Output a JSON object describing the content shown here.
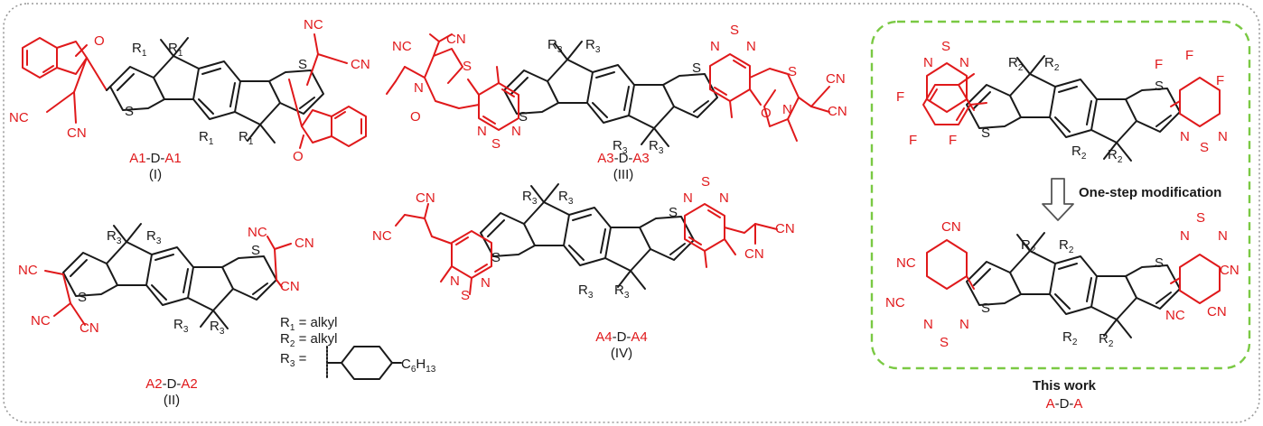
{
  "colors": {
    "acceptor": "#e0191b",
    "donor": "#1a1a1a",
    "frame": "#9a9a9a",
    "highlight": "#7ac943",
    "arrow": "#555555"
  },
  "icons": {
    "arrow": "down-arrow-icon"
  },
  "atoms": {
    "s": "S",
    "n": "N",
    "o": "O",
    "f": "F",
    "nc": "NC",
    "cn": "CN",
    "r1": "R",
    "r2": "R",
    "r3": "R",
    "sub1": "1",
    "sub2": "2",
    "sub3": "3"
  },
  "compounds": [
    {
      "id": "I",
      "acceptor": "A1",
      "donor": "D",
      "numeral": "(I)"
    },
    {
      "id": "II",
      "acceptor": "A2",
      "donor": "D",
      "numeral": "(II)"
    },
    {
      "id": "III",
      "acceptor": "A3",
      "donor": "D",
      "numeral": "(III)"
    },
    {
      "id": "IV",
      "acceptor": "A4",
      "donor": "D",
      "numeral": "(IV)"
    }
  ],
  "legend": {
    "r1": "R1 = alkyl",
    "r2": "R2 = alkyl",
    "r3": "R3 =",
    "c6h13": "C6H13"
  },
  "highlight": {
    "step_label": "One-step modification",
    "title": "This work",
    "acceptor": "A",
    "donor": "D"
  },
  "hyphen": "-"
}
